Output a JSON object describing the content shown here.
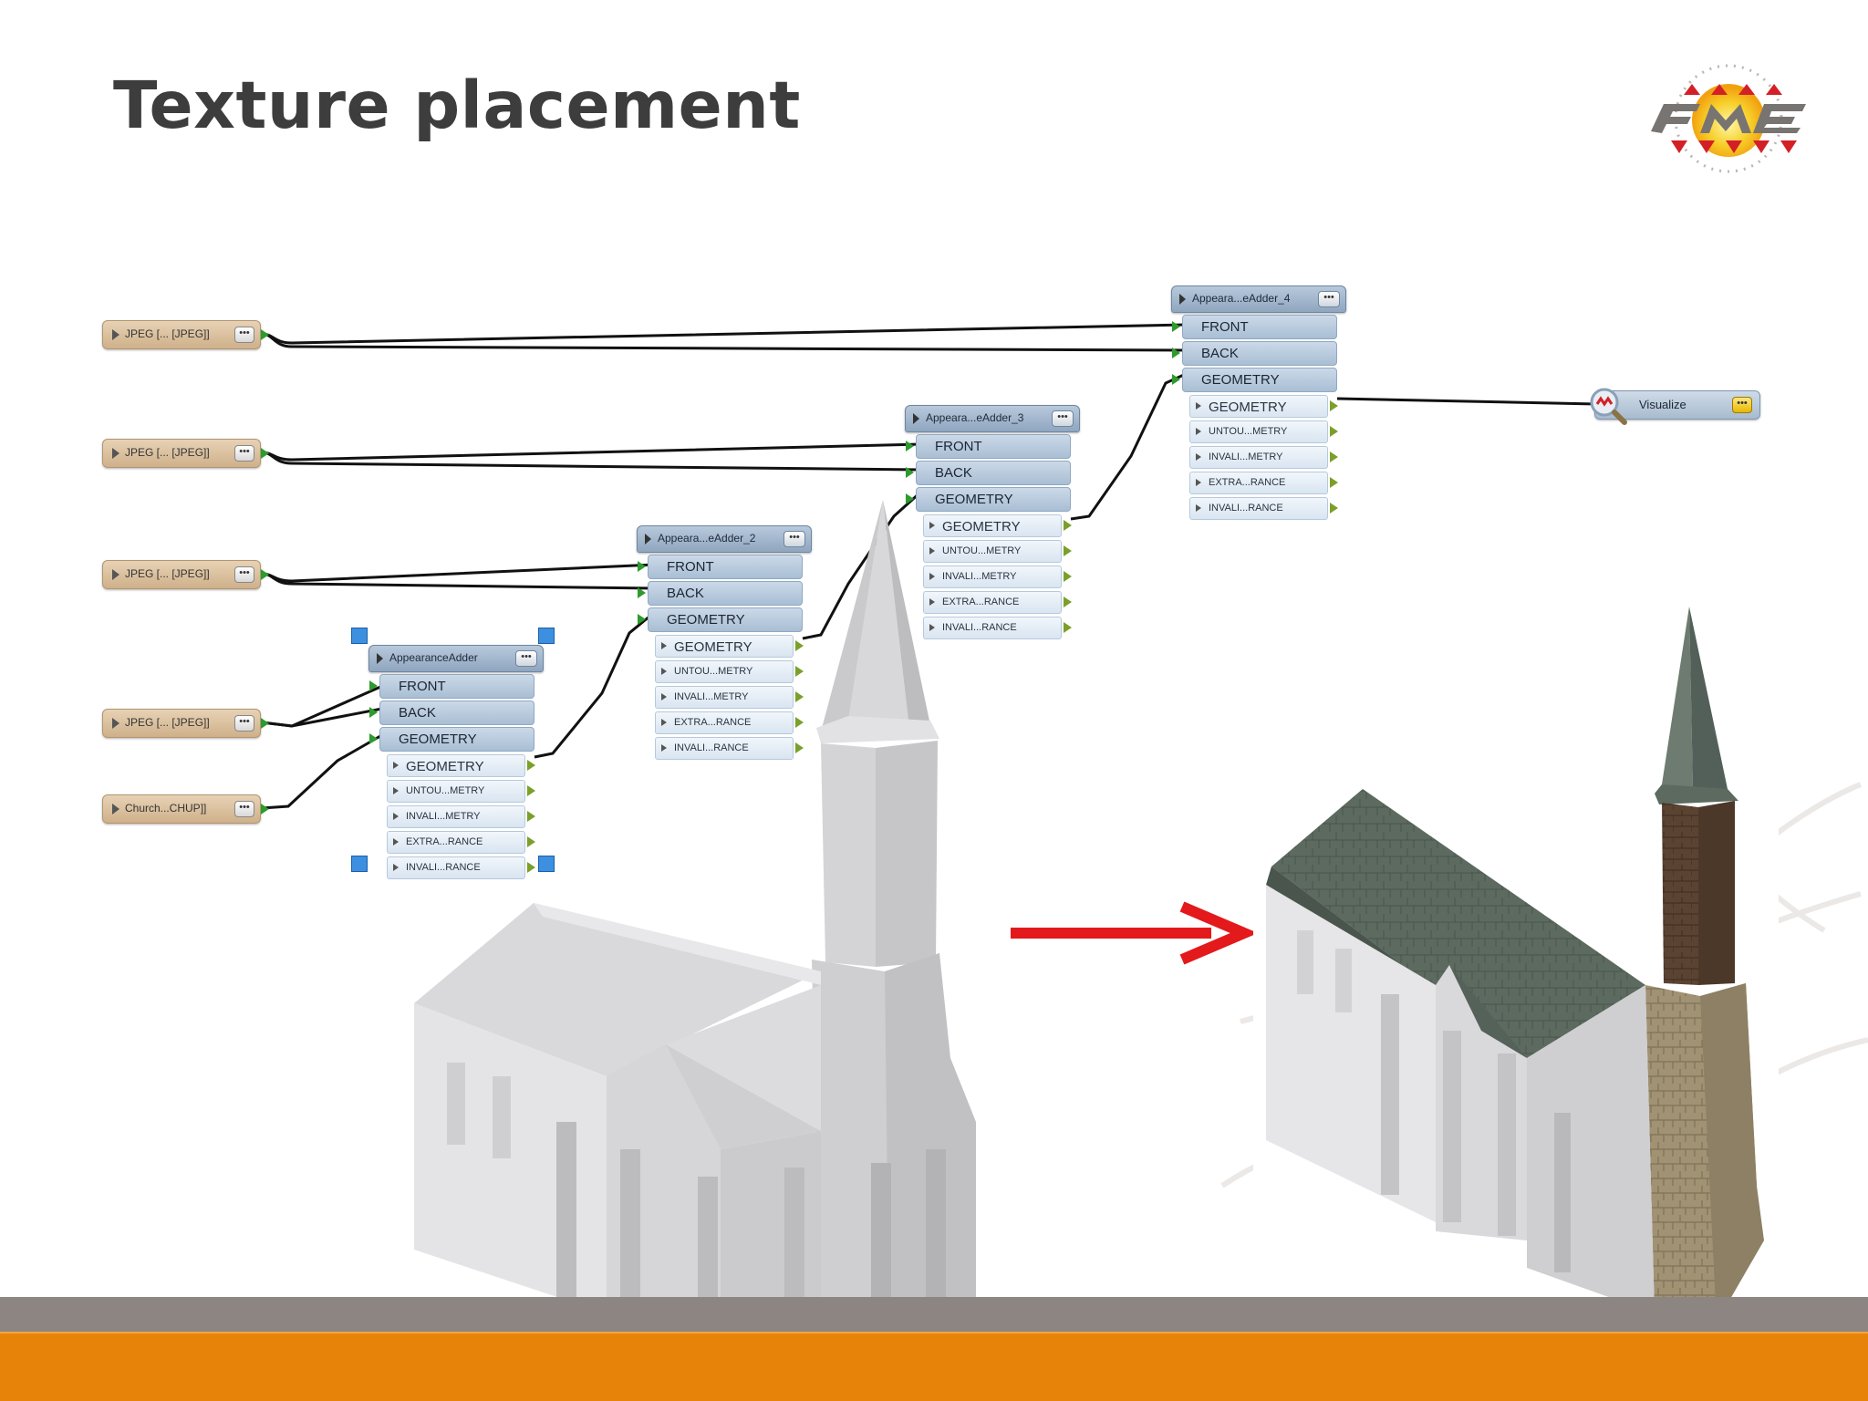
{
  "slide": {
    "title": "Texture placement"
  },
  "readers": [
    {
      "label": "JPEG [... [JPEG]]",
      "dots": "•••"
    },
    {
      "label": "JPEG [... [JPEG]]",
      "dots": "•••"
    },
    {
      "label": "JPEG [... [JPEG]]",
      "dots": "•••"
    },
    {
      "label": "JPEG [... [JPEG]]",
      "dots": "•••"
    },
    {
      "label": "Church...CHUP]]",
      "dots": "•••"
    }
  ],
  "transformers": [
    {
      "title": "AppearanceAdder",
      "dots": "•••",
      "inputs": [
        "FRONT",
        "BACK",
        "GEOMETRY"
      ],
      "outputs": [
        "GEOMETRY",
        "UNTOU...METRY",
        "INVALI...METRY",
        "EXTRA...RANCE",
        "INVALI...RANCE"
      ]
    },
    {
      "title": "Appeara...eAdder_2",
      "dots": "•••",
      "inputs": [
        "FRONT",
        "BACK",
        "GEOMETRY"
      ],
      "outputs": [
        "GEOMETRY",
        "UNTOU...METRY",
        "INVALI...METRY",
        "EXTRA...RANCE",
        "INVALI...RANCE"
      ]
    },
    {
      "title": "Appeara...eAdder_3",
      "dots": "•••",
      "inputs": [
        "FRONT",
        "BACK",
        "GEOMETRY"
      ],
      "outputs": [
        "GEOMETRY",
        "UNTOU...METRY",
        "INVALI...METRY",
        "EXTRA...RANCE",
        "INVALI...RANCE"
      ]
    },
    {
      "title": "Appeara...eAdder_4",
      "dots": "•••",
      "inputs": [
        "FRONT",
        "BACK",
        "GEOMETRY"
      ],
      "outputs": [
        "GEOMETRY",
        "UNTOU...METRY",
        "INVALI...METRY",
        "EXTRA...RANCE",
        "INVALI...RANCE"
      ]
    }
  ],
  "inspector": {
    "label": "Visualize",
    "dots": "•••",
    "icon": "magnifier-icon"
  },
  "colors": {
    "footer_gray": "#8c8581",
    "footer_orange": "#e8830a",
    "arrow": "#e3191b",
    "reader": "#d9bf9c",
    "transformer": "#a9bed4",
    "title": "#3d3d3d"
  }
}
